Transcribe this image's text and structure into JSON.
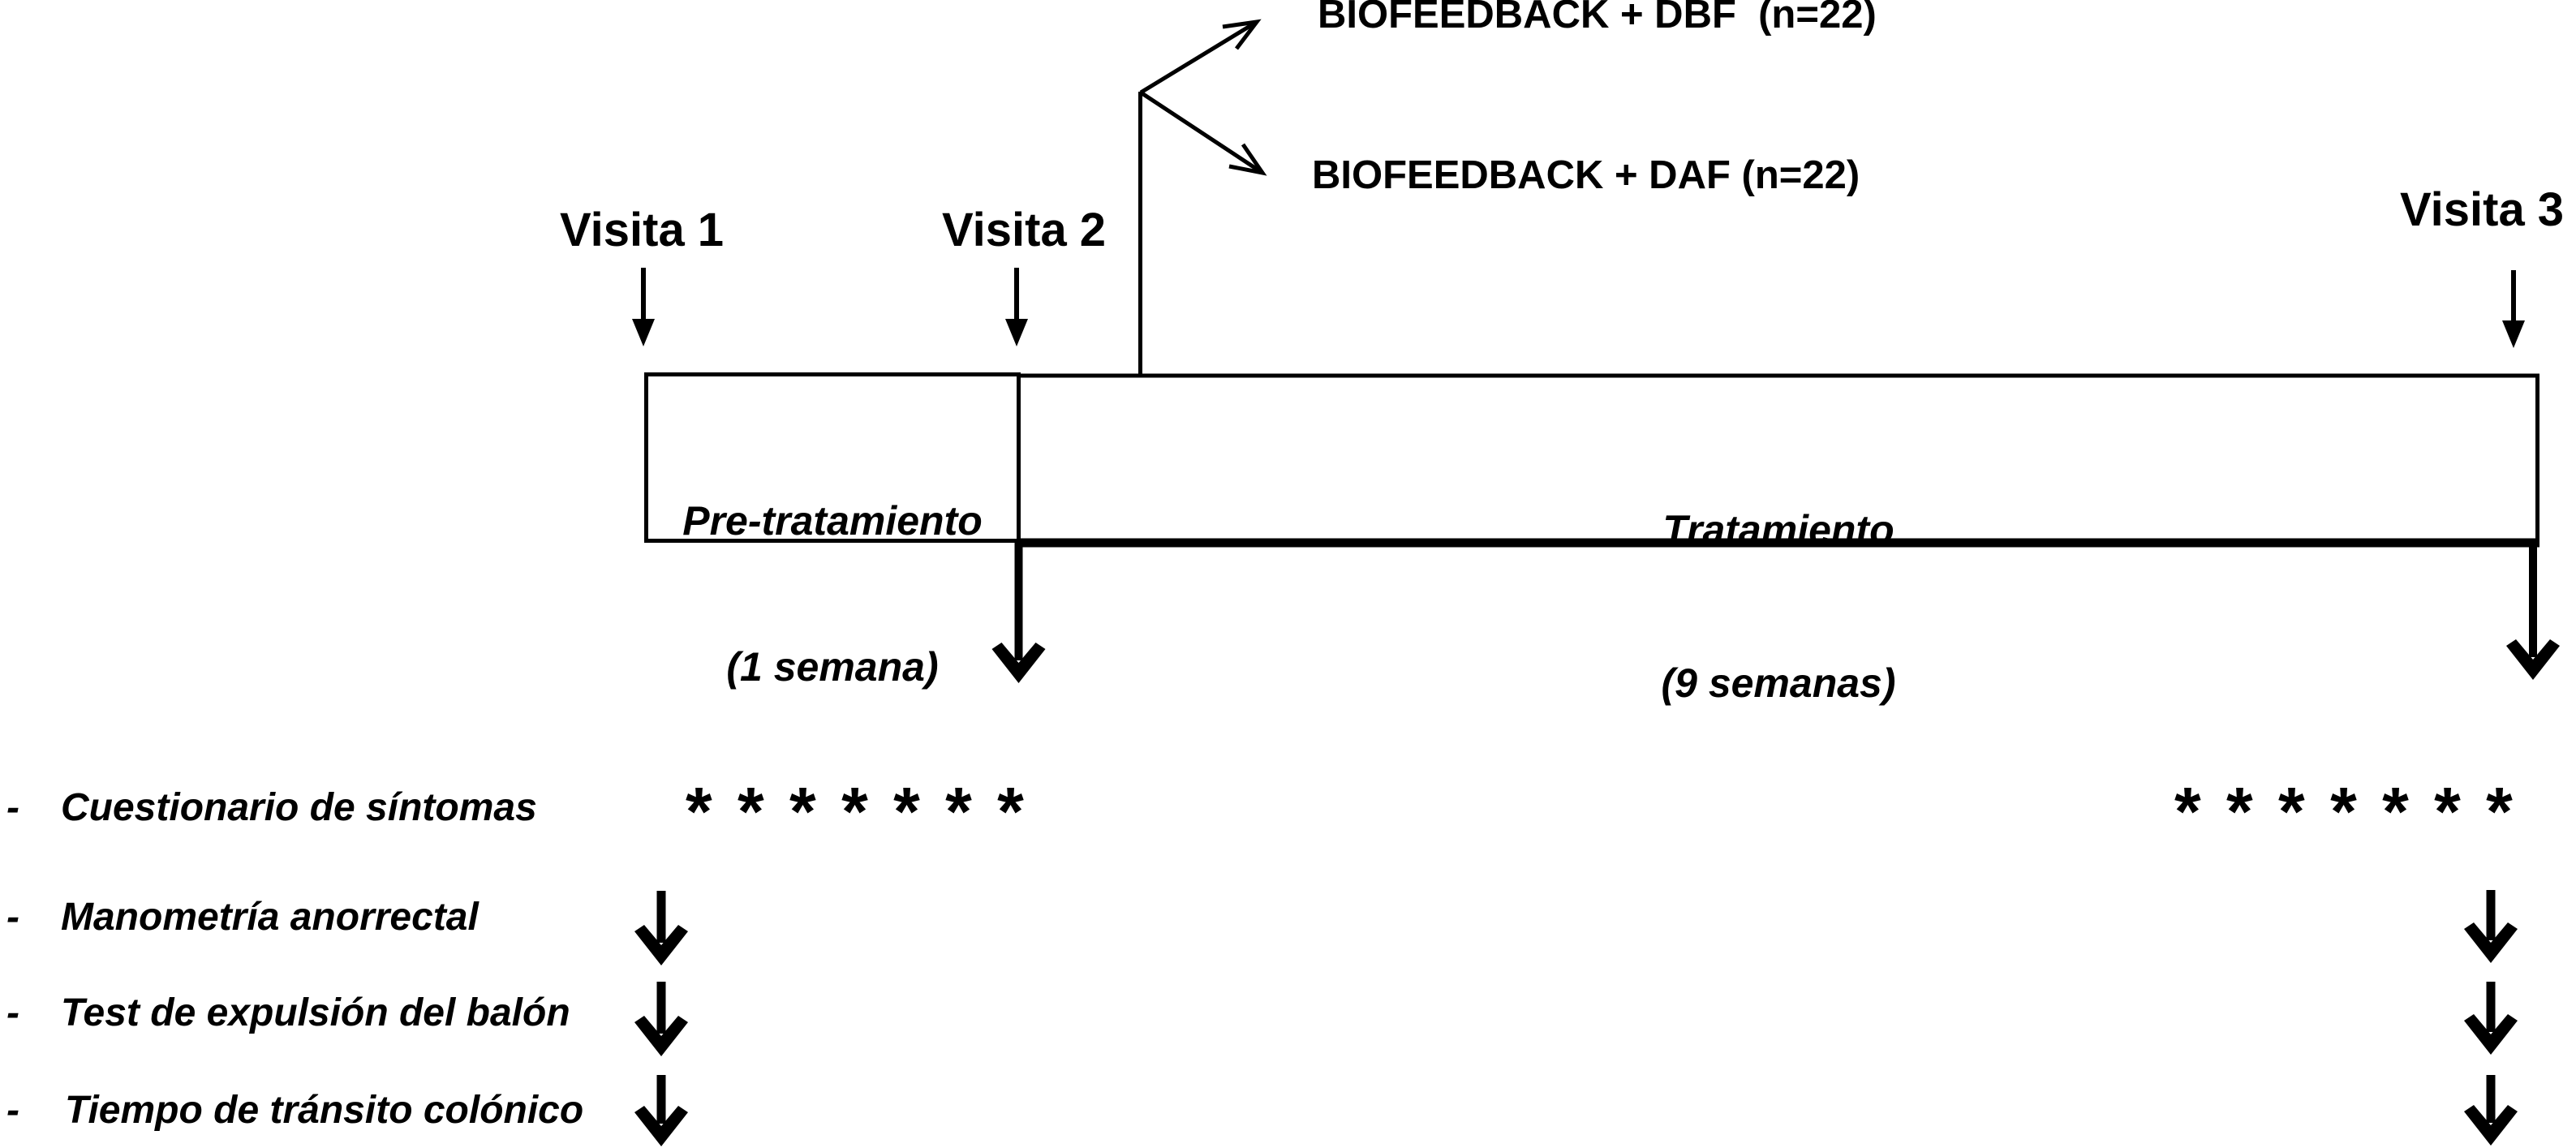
{
  "diagram": {
    "colors": {
      "ink": "#000000",
      "background": "#ffffff"
    },
    "arms": [
      {
        "label": "BIOFEEDBACK + DBF  (n=22)"
      },
      {
        "label": "BIOFEEDBACK + DAF (n=22)"
      }
    ],
    "visits": [
      {
        "label": "Visita 1"
      },
      {
        "label": "Visita 2"
      },
      {
        "label": "Visita 3"
      }
    ],
    "phases": [
      {
        "title": "Pre-tratamiento",
        "subtitle": "(1 semana)"
      },
      {
        "title": "Tratamiento",
        "subtitle": "(9 semanas)"
      }
    ],
    "assessments": [
      {
        "bullet": "-",
        "label": "Cuestionario de síntomas",
        "marker": "asterisks",
        "asterisks": "* * * * * * *"
      },
      {
        "bullet": "-",
        "label": "Manometría anorrectal",
        "marker": "arrow"
      },
      {
        "bullet": "-",
        "label": "Test de expulsión del balón",
        "marker": "arrow"
      },
      {
        "bullet": "-",
        "label": "Tiempo de tránsito colónico",
        "marker": "arrow"
      }
    ]
  }
}
